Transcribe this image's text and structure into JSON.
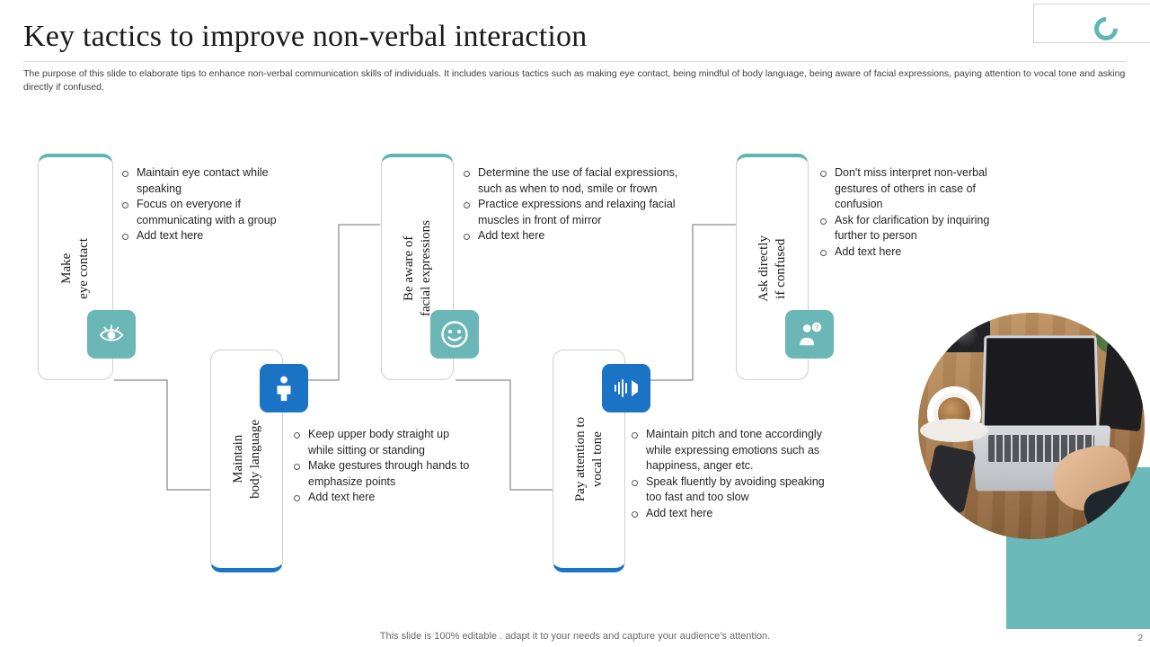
{
  "header": {
    "title": "Key tactics to improve non-verbal interaction",
    "subtitle": "The purpose of this slide to elaborate tips to enhance non-verbal communication skills of individuals. It includes various tactics such as making eye contact, being mindful of body language, being aware of facial expressions, paying attention to vocal tone and asking directly if confused."
  },
  "colors": {
    "teal": "#6bb6b6",
    "blue": "#1a73c4",
    "text": "#262626"
  },
  "nodes": [
    {
      "id": "make-eye-contact",
      "label": "Make\neye contact",
      "icon": "eye-icon",
      "icon_color": "teal",
      "accent": "top-teal",
      "bullets": [
        "Maintain eye contact while speaking",
        "Focus on everyone if communicating with a group",
        "Add text here"
      ]
    },
    {
      "id": "maintain-body-language",
      "label": "Maintain\nbody language",
      "icon": "person-icon",
      "icon_color": "blue",
      "accent": "bot-blue",
      "bullets": [
        "Keep upper body straight up while sitting or standing",
        "Make gestures through hands to emphasize points",
        "Add text here"
      ]
    },
    {
      "id": "be-aware-of-facial-expressions",
      "label": "Be aware of\nfacial expressions",
      "icon": "smiley-face-icon",
      "icon_color": "teal",
      "accent": "top-teal",
      "bullets": [
        "Determine the use of facial expressions, such as when to nod, smile or frown",
        "Practice expressions and relaxing facial muscles in front of mirror",
        "Add text here"
      ]
    },
    {
      "id": "pay-attention-to-vocal-tone",
      "label": "Pay attention to\nvocal tone",
      "icon": "voice-wave-icon",
      "icon_color": "blue",
      "accent": "bot-blue",
      "bullets": [
        "Maintain pitch and tone accordingly while expressing emotions such as happiness, anger etc.",
        "Speak fluently by avoiding speaking too fast and too slow",
        "Add text here"
      ]
    },
    {
      "id": "ask-directly-if-confused",
      "label": "Ask directly\nif confused",
      "icon": "person-question-icon",
      "icon_color": "teal",
      "accent": "top-teal",
      "bullets": [
        "Don't miss interpret non-verbal gestures of others in case of confusion",
        "Ask for clarification by inquiring further to person",
        "Add text here"
      ]
    }
  ],
  "footer": {
    "note": "This slide is 100% editable . adapt it to your needs and capture your audience's attention.",
    "page_number": "2"
  }
}
